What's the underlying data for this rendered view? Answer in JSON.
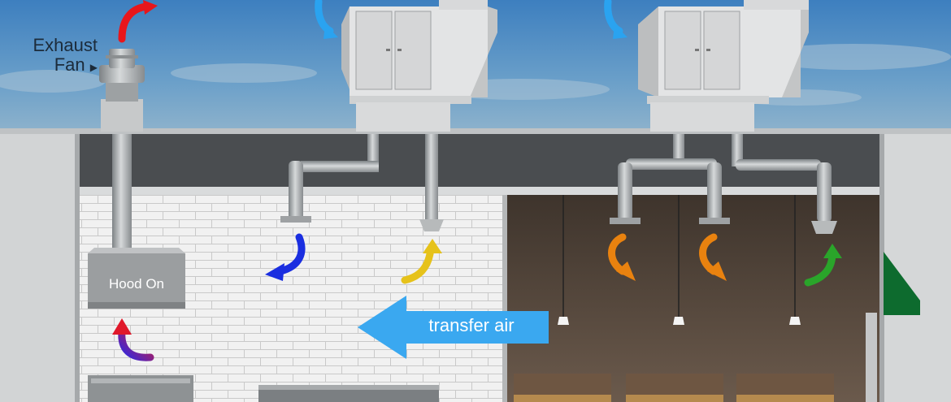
{
  "labels": {
    "exhaust_fan_line1": "Exhaust",
    "exhaust_fan_line2": "Fan",
    "hood": "Hood On",
    "transfer": "transfer air"
  },
  "colors": {
    "exhaust_arrow": "#e8161b",
    "intake_arrow": "#2aa3f0",
    "kitchen_supply_arrow": "#1a2ee0",
    "kitchen_return_arrow": "#e6c21a",
    "dining_supply_arrow": "#e9820f",
    "dining_return_arrow": "#2aa52a",
    "transfer_arrow": "#3aa8f0",
    "hood_gradient_start": "#e0182a",
    "hood_gradient_end": "#2a2ae8"
  }
}
